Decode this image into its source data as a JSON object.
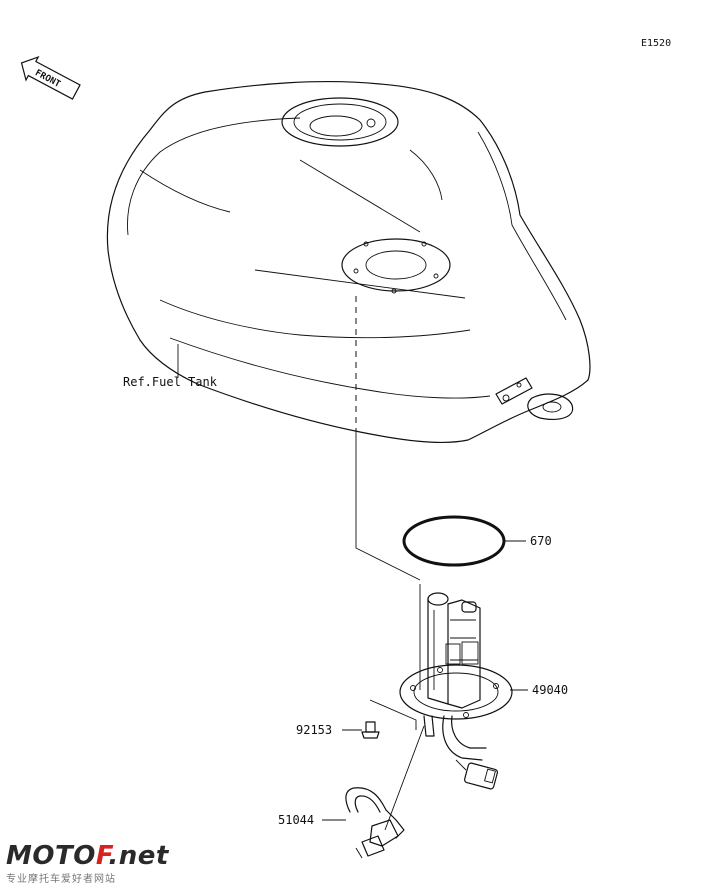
{
  "figure_code": "E1520",
  "front_arrow_label": "FRONT",
  "callouts": {
    "fuel_tank_ref": "Ref.Fuel Tank",
    "o_ring": "670",
    "fuel_pump": "49040",
    "bolt": "92153",
    "hose_clamp": "51044"
  },
  "watermark": {
    "brand_prefix": "MOTO",
    "brand_accent": "F",
    "brand_suffix": ".net",
    "tagline": "专业摩托车爱好者网站",
    "accent_color": "#d6231f"
  }
}
